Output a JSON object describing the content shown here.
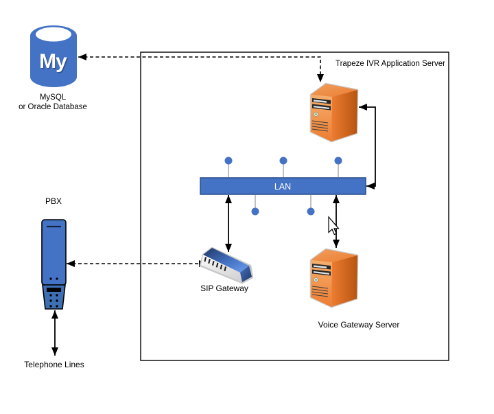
{
  "labels": {
    "db_logo": "My",
    "db_line1": "MySQL",
    "db_line2": "or Oracle Database",
    "app_server": "Trapeze IVR Application Server",
    "lan": "LAN",
    "pbx": "PBX",
    "sip_gateway": "SIP Gateway",
    "voice_gateway": "Voice Gateway Server",
    "telephone_lines": "Telephone Lines"
  },
  "colors": {
    "blue": "#4472C4",
    "blue_dark": "#2F528F",
    "navy": "#1F3864",
    "light_blue": "#6D9EEB",
    "orange": "#ED7D31",
    "orange_light": "#F5AF6E",
    "orange_top": "#F09F5E",
    "orange_dark": "#B85410",
    "outline_gray": "#C9C9C9",
    "led_green": "#70AD47",
    "sip_front_light": "#FAFAFA",
    "sip_front_dark": "#CFCFCF",
    "black": "#000000",
    "white": "#FFFFFF"
  }
}
